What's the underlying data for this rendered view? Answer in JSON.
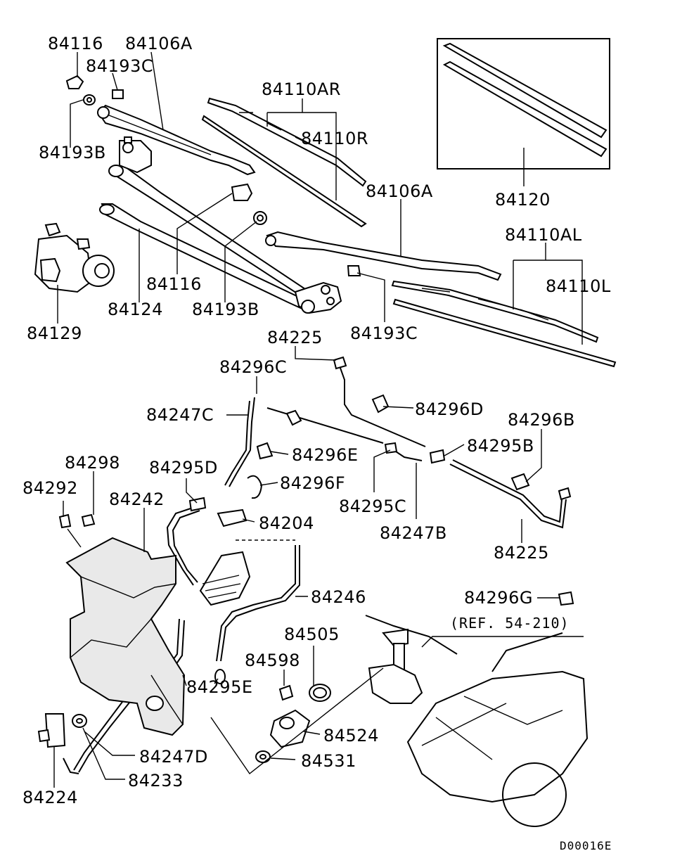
{
  "drawing_code": "D00016E",
  "reference": "(REF. 54-210)",
  "labels": {
    "l84116a": "84116",
    "l84106a_1": "84106A",
    "l84193c_1": "84193C",
    "l84193b_1": "84193B",
    "l84110ar": "84110AR",
    "l84110r": "84110R",
    "l84120": "84120",
    "l84106a_2": "84106A",
    "l84110al": "84110AL",
    "l84110l": "84110L",
    "l84116b": "84116",
    "l84124": "84124",
    "l84193b_2": "84193B",
    "l84129": "84129",
    "l84193c_2": "84193C",
    "l84225_1": "84225",
    "l84296c": "84296C",
    "l84296d": "84296D",
    "l84247c": "84247C",
    "l84296b": "84296B",
    "l84296e": "84296E",
    "l84295b": "84295B",
    "l84298": "84298",
    "l84295d": "84295D",
    "l84296f": "84296F",
    "l84292": "84292",
    "l84242": "84242",
    "l84295c": "84295C",
    "l84204": "84204",
    "l84247b": "84247B",
    "l84225_2": "84225",
    "l84246": "84246",
    "l84296g": "84296G",
    "l84505": "84505",
    "l84598": "84598",
    "l84295e": "84295E",
    "l84524": "84524",
    "l84247d": "84247D",
    "l84531": "84531",
    "l84233": "84233",
    "l84224": "84224"
  }
}
